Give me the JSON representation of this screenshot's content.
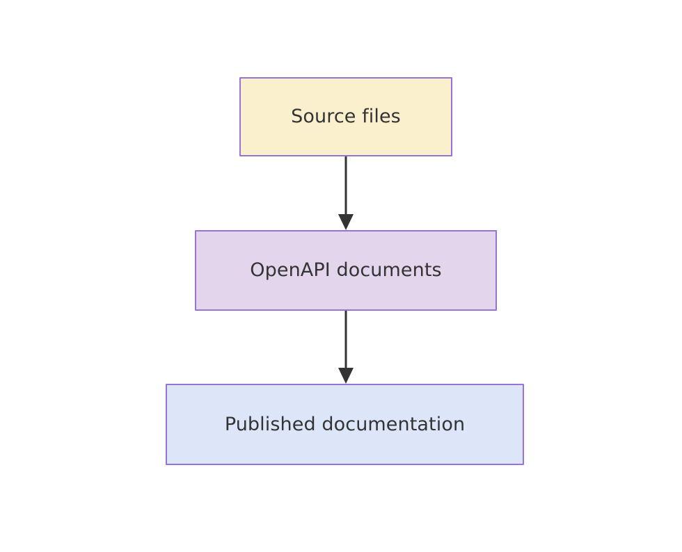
{
  "diagram": {
    "type": "flowchart",
    "direction": "top-to-bottom",
    "background_color": "#ffffff",
    "nodes": [
      {
        "id": "source-files",
        "label": "Source files",
        "fill_color": "#fbf0ce",
        "border_color": "#9673d4",
        "text_color": "#333333"
      },
      {
        "id": "openapi-documents",
        "label": "OpenAPI documents",
        "fill_color": "#e2d5ec",
        "border_color": "#9673d4",
        "text_color": "#333333"
      },
      {
        "id": "published-documentation",
        "label": "Published documentation",
        "fill_color": "#dde5f9",
        "border_color": "#9673d4",
        "text_color": "#333333"
      }
    ],
    "edges": [
      {
        "id": "edge-source-to-openapi",
        "from": "source-files",
        "to": "openapi-documents",
        "label": "",
        "color": "#333333",
        "arrowhead": "solid-triangle"
      },
      {
        "id": "edge-openapi-to-published",
        "from": "openapi-documents",
        "to": "published-documentation",
        "label": "",
        "color": "#333333",
        "arrowhead": "solid-triangle"
      }
    ]
  }
}
